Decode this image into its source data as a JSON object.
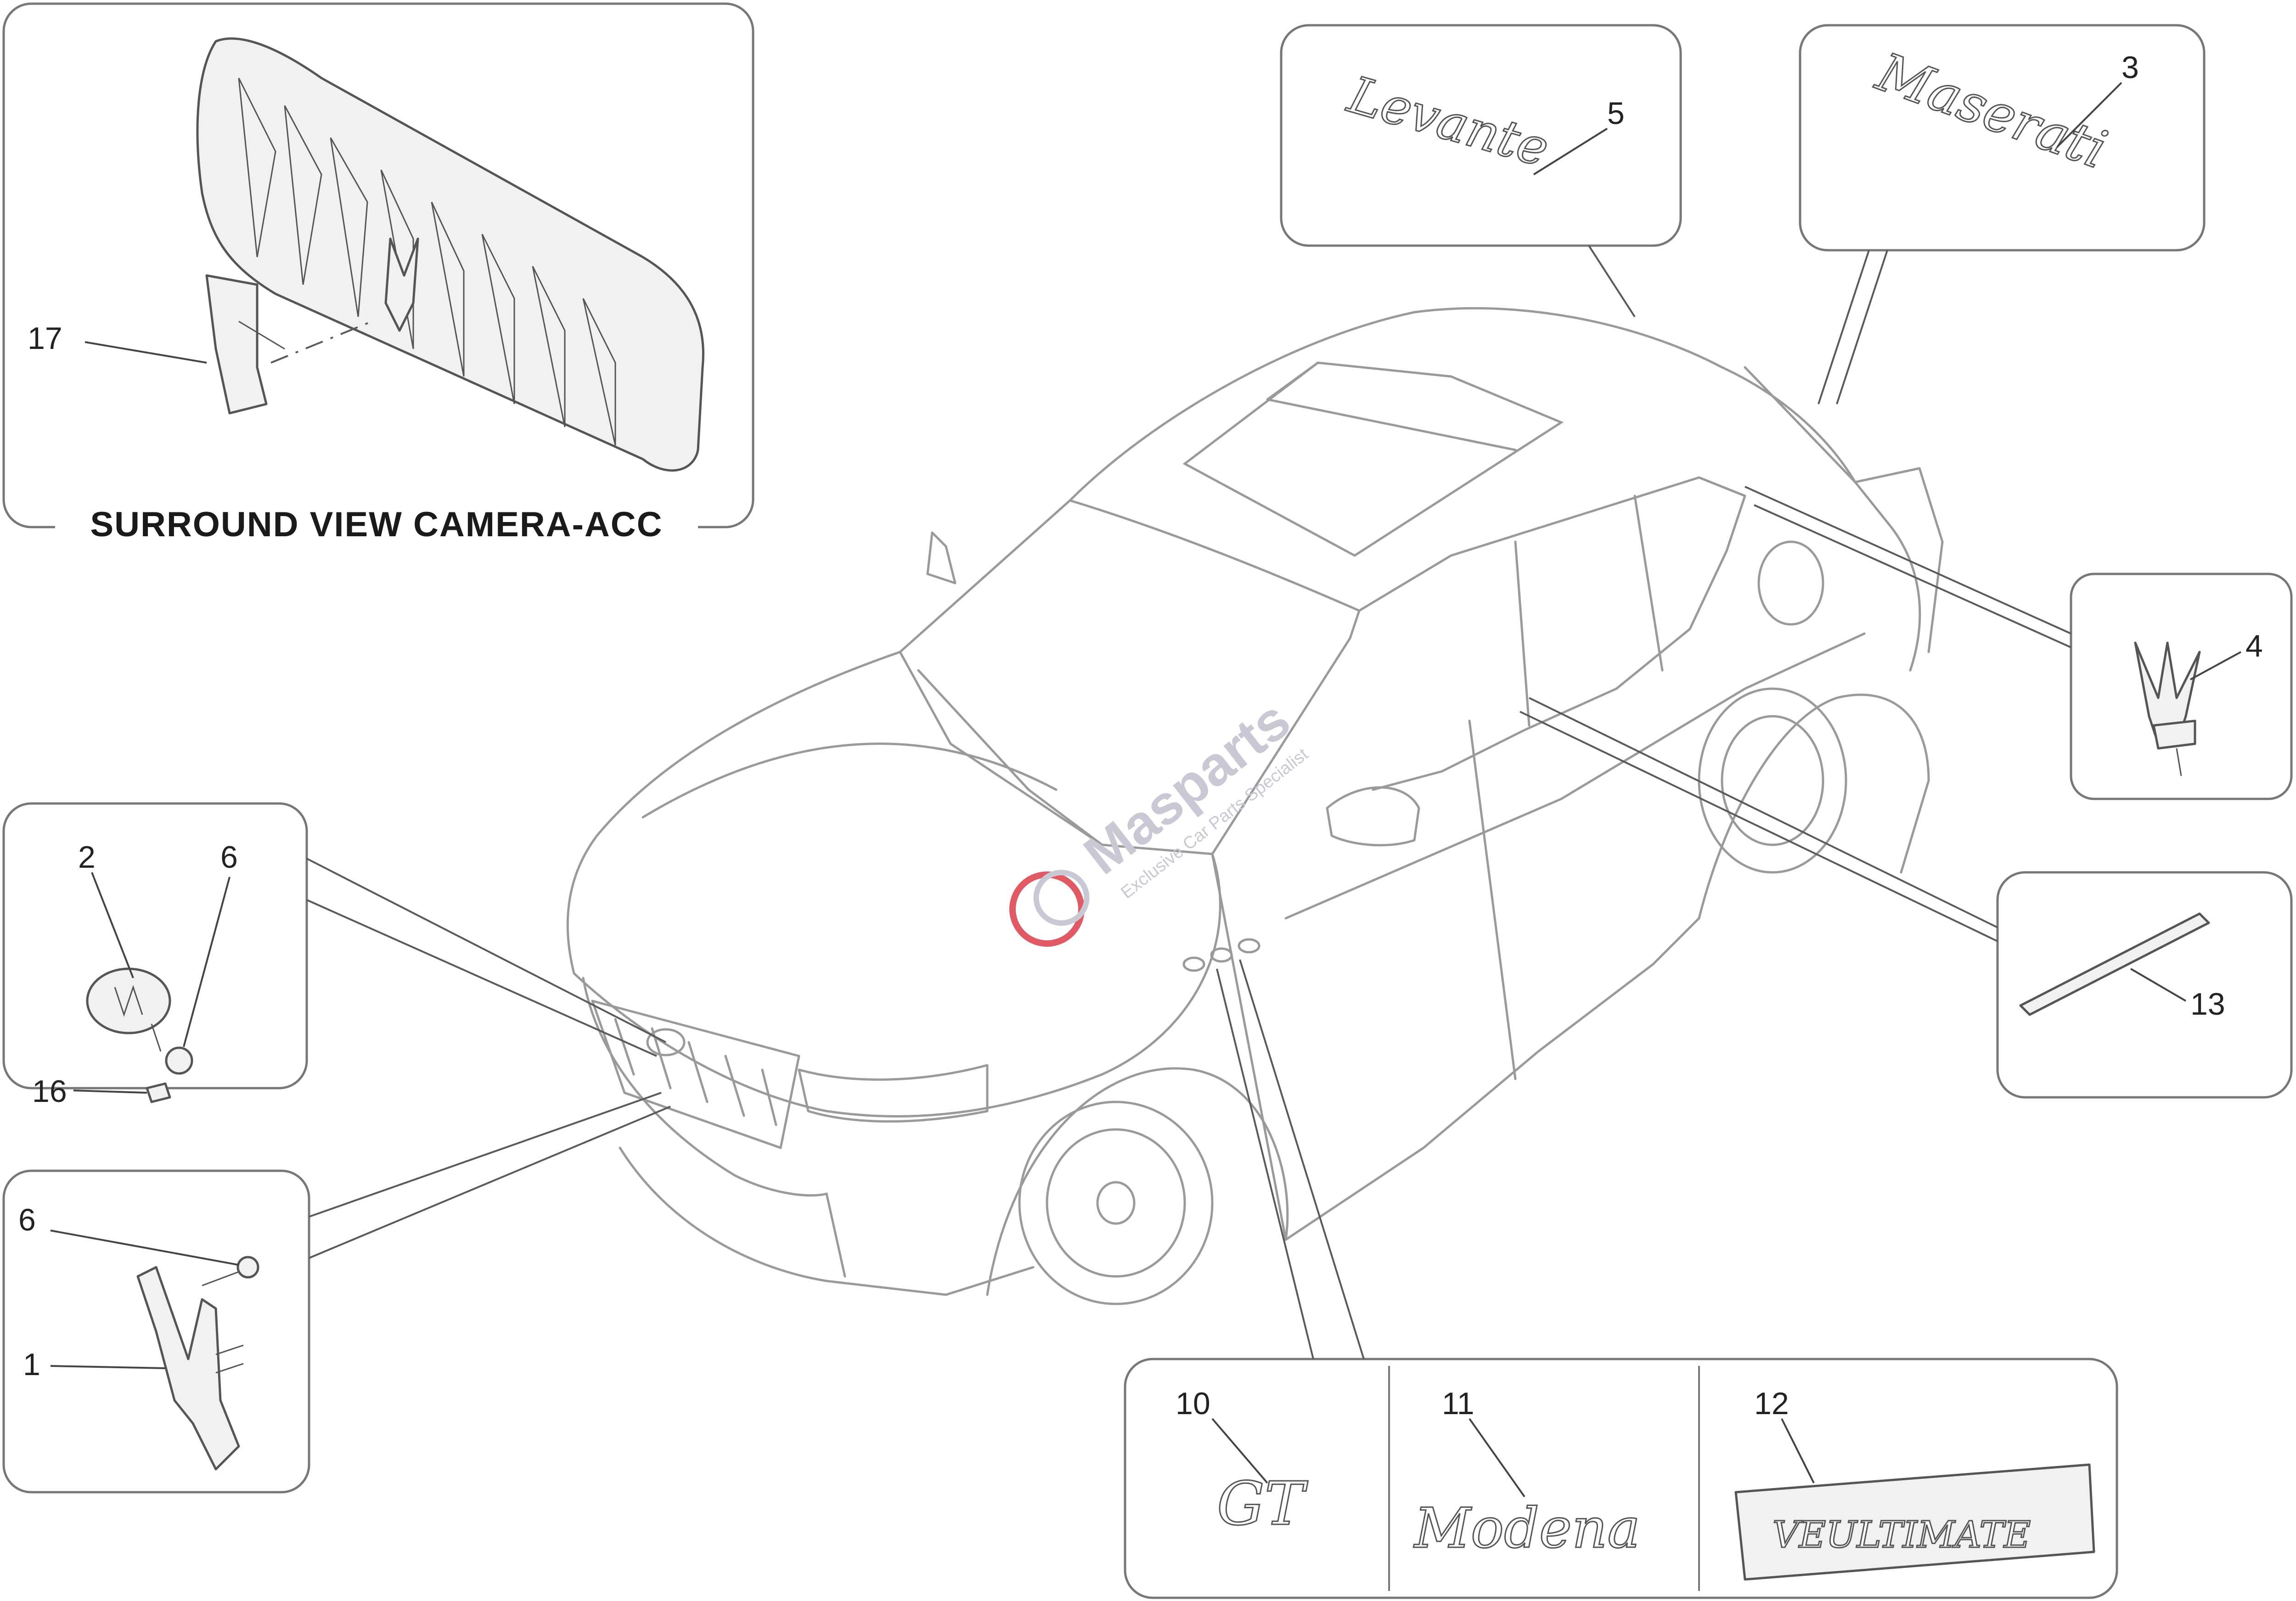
{
  "caption": {
    "surround_view": "SURROUND VIEW CAMERA-ACC"
  },
  "callouts": {
    "n1": "1",
    "n2": "2",
    "n3": "3",
    "n4": "4",
    "n5": "5",
    "n6a": "6",
    "n6b": "6",
    "n10": "10",
    "n11": "11",
    "n12": "12",
    "n13": "13",
    "n16": "16",
    "n17": "17"
  },
  "badges": {
    "gt": "GT",
    "modena": "Modena",
    "trofeo": "VEULTIMATE",
    "levante": "Levante",
    "maserati": "Maserati"
  },
  "watermark": {
    "brand": "Masparts",
    "tagline": "Exclusive Car Parts Specialist"
  },
  "colors": {
    "line": "#777777",
    "watermark": "#c9c9d6",
    "watermark_accent": "#e05a66"
  }
}
